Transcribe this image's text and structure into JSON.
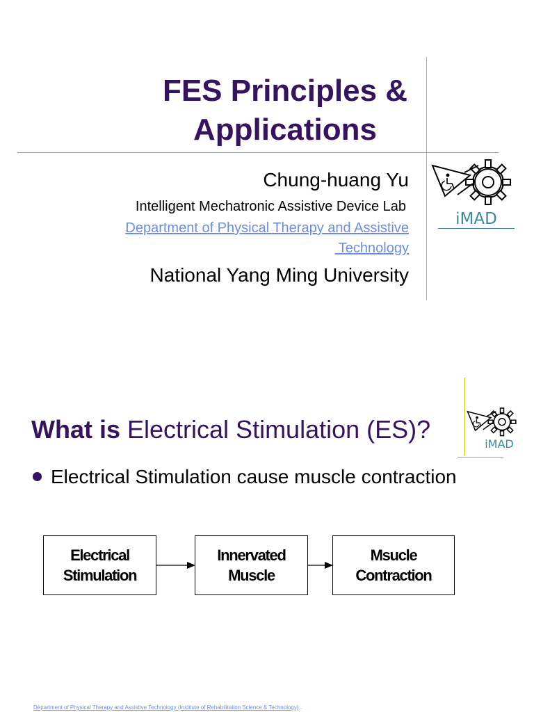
{
  "slide1": {
    "title_line1": "FES Principles &",
    "title_line2": "Applications",
    "author": "Chung-huang Yu",
    "lab": "Intelligent Mechatronic Assistive Device Lab",
    "dept_line1": "Department of Physical Therapy and Assistive",
    "dept_line2": " Technology",
    "university": "National Yang Ming University",
    "logo_text": "iMAD"
  },
  "slide2": {
    "title_bold": "What is",
    "title_rest": " Electrical Stimulation (ES)?",
    "logo_text": "iMAD",
    "bullet": "Electrical Stimulation cause muscle contraction",
    "flow": [
      {
        "line1": "Electrical",
        "line2": "Stimulation"
      },
      {
        "line1": "Innervated",
        "line2": "Muscle"
      },
      {
        "line1": "Msucle",
        "line2": "Contraction"
      }
    ]
  },
  "footer": {
    "link": "Department of Physical Therapy and Assistive Technology (Institute of Rehabilitation Science & Technology)",
    "suffix": "."
  },
  "colors": {
    "title": "#36135f",
    "link": "#6d8ee0",
    "accent_line": "#c8c100",
    "logo_text": "#3a8c9a"
  }
}
